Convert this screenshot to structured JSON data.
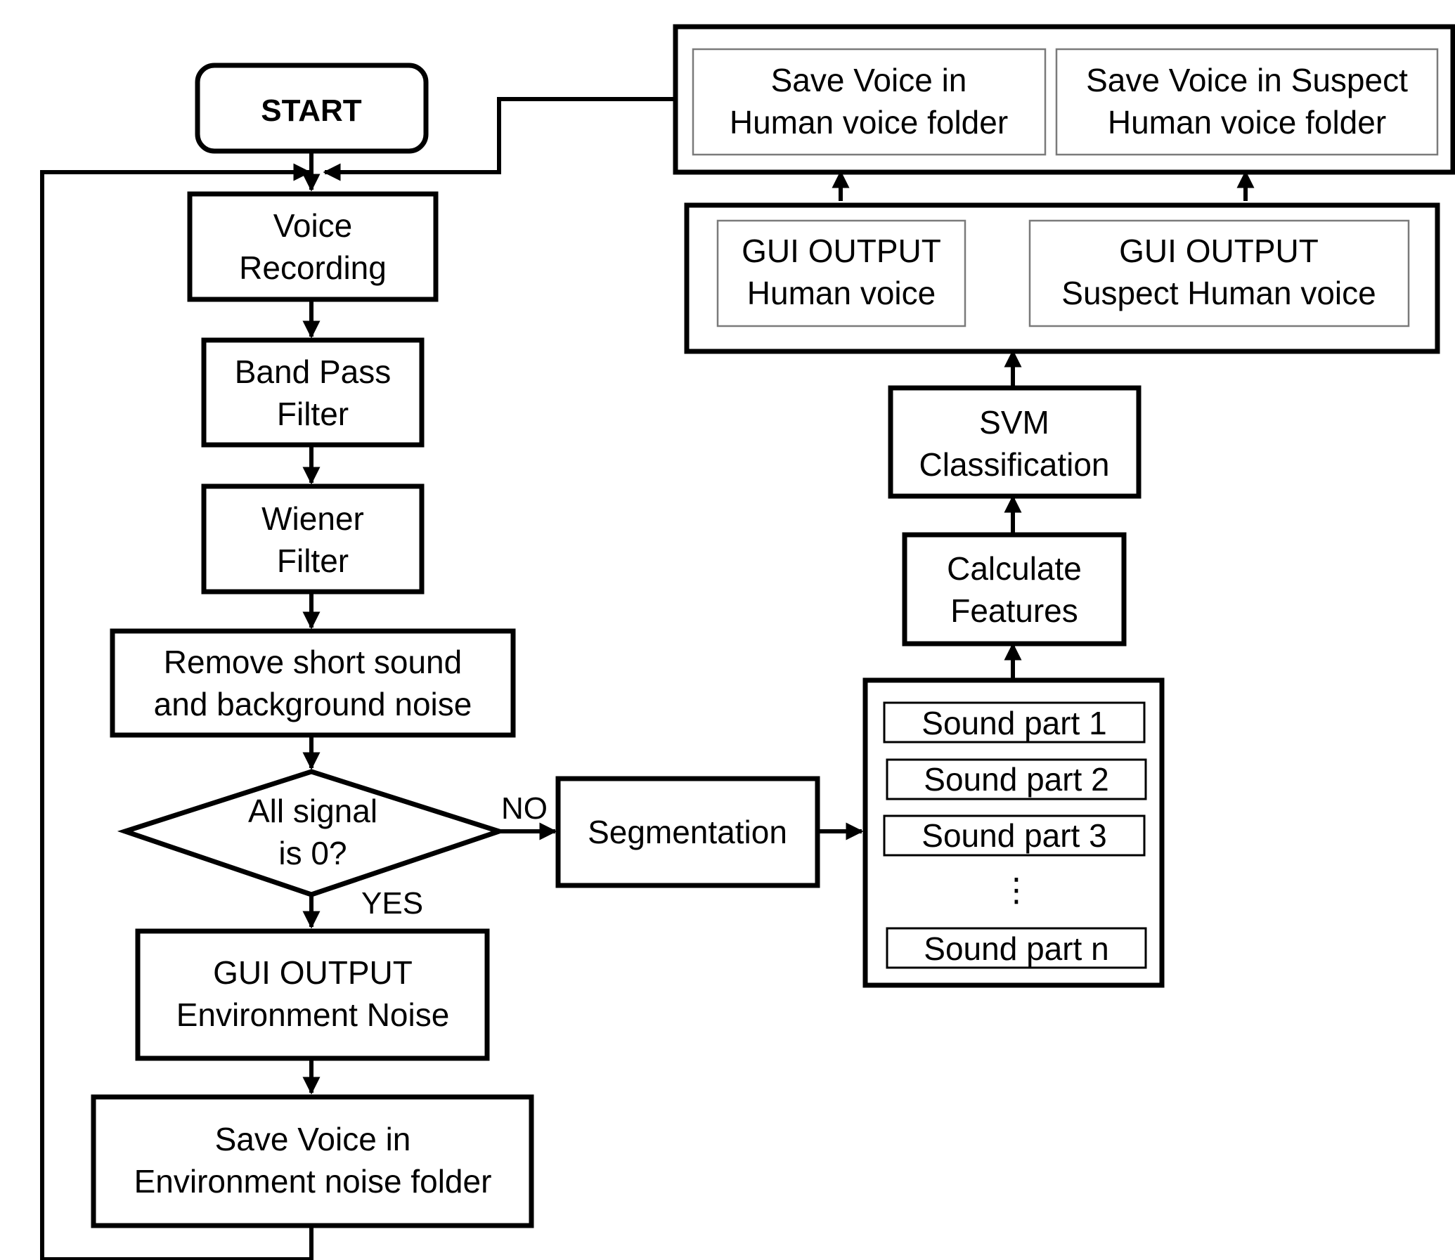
{
  "nodes": {
    "start": "START",
    "voice_recording": [
      "Voice",
      "Recording"
    ],
    "band_pass": [
      "Band Pass",
      "Filter"
    ],
    "wiener": [
      "Wiener",
      "Filter"
    ],
    "remove_noise": [
      "Remove short sound",
      "and background noise"
    ],
    "decision": [
      "All signal",
      "is 0?"
    ],
    "gui_env": [
      "GUI OUTPUT",
      "Environment Noise"
    ],
    "save_env": [
      "Save Voice in",
      "Environment noise folder"
    ],
    "segmentation": "Segmentation",
    "sound_parts": [
      "Sound part 1",
      "Sound part 2",
      "Sound part 3",
      "⋮",
      "Sound part n"
    ],
    "calc_features": [
      "Calculate",
      "Features"
    ],
    "svm": [
      "SVM",
      "Classification"
    ],
    "gui_human": [
      "GUI OUTPUT",
      "Human voice"
    ],
    "gui_suspect": [
      "GUI OUTPUT",
      "Suspect Human voice"
    ],
    "save_human": [
      "Save Voice in",
      "Human voice folder"
    ],
    "save_suspect": [
      "Save Voice in Suspect",
      "Human voice folder"
    ]
  },
  "edge_labels": {
    "no": "NO",
    "yes": "YES"
  }
}
